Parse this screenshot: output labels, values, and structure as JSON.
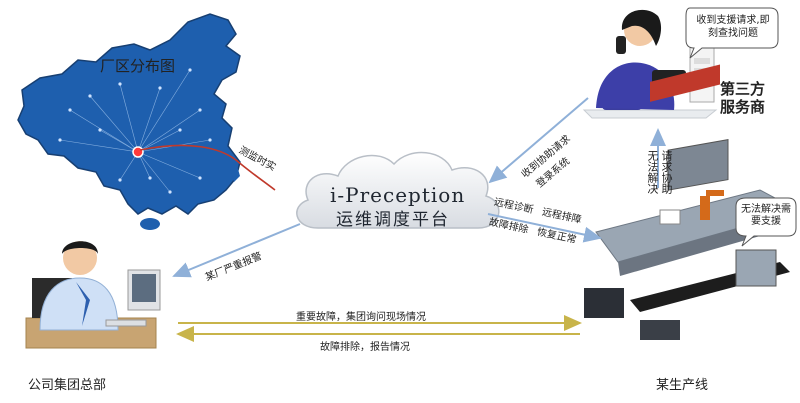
{
  "labels": {
    "map_title": "厂区分布图",
    "monitoring": "测监时实",
    "platform_name": "i-Preception",
    "platform_sub": "运维调度平台",
    "third_party": "第三方",
    "service_provider": "服务商",
    "bubble_operator": "收到支援请求,即刻查找问题",
    "bubble_line": "无法解决需要支援",
    "received_request": "收到协助请求",
    "login_system": "登录系统",
    "request_assist": "请求协助",
    "cannot_solve": "无法解决",
    "remote_diagnosis": "远程诊断",
    "remote_fix": "远程排障",
    "fault_fix": "故障排除",
    "restored": "恢复正常",
    "severe_alarm": "某厂严重报警",
    "major_fault": "重要故障，集团询问现场情况",
    "fault_report": "故障排除，报告情况",
    "hq": "公司集团总部",
    "production_line": "某生产线"
  },
  "colors": {
    "map_fill": "#1e5fae",
    "arrow": "#8fb0d8",
    "hq_arrow": "#c8b44a",
    "monitor_line": "#c0392b"
  }
}
